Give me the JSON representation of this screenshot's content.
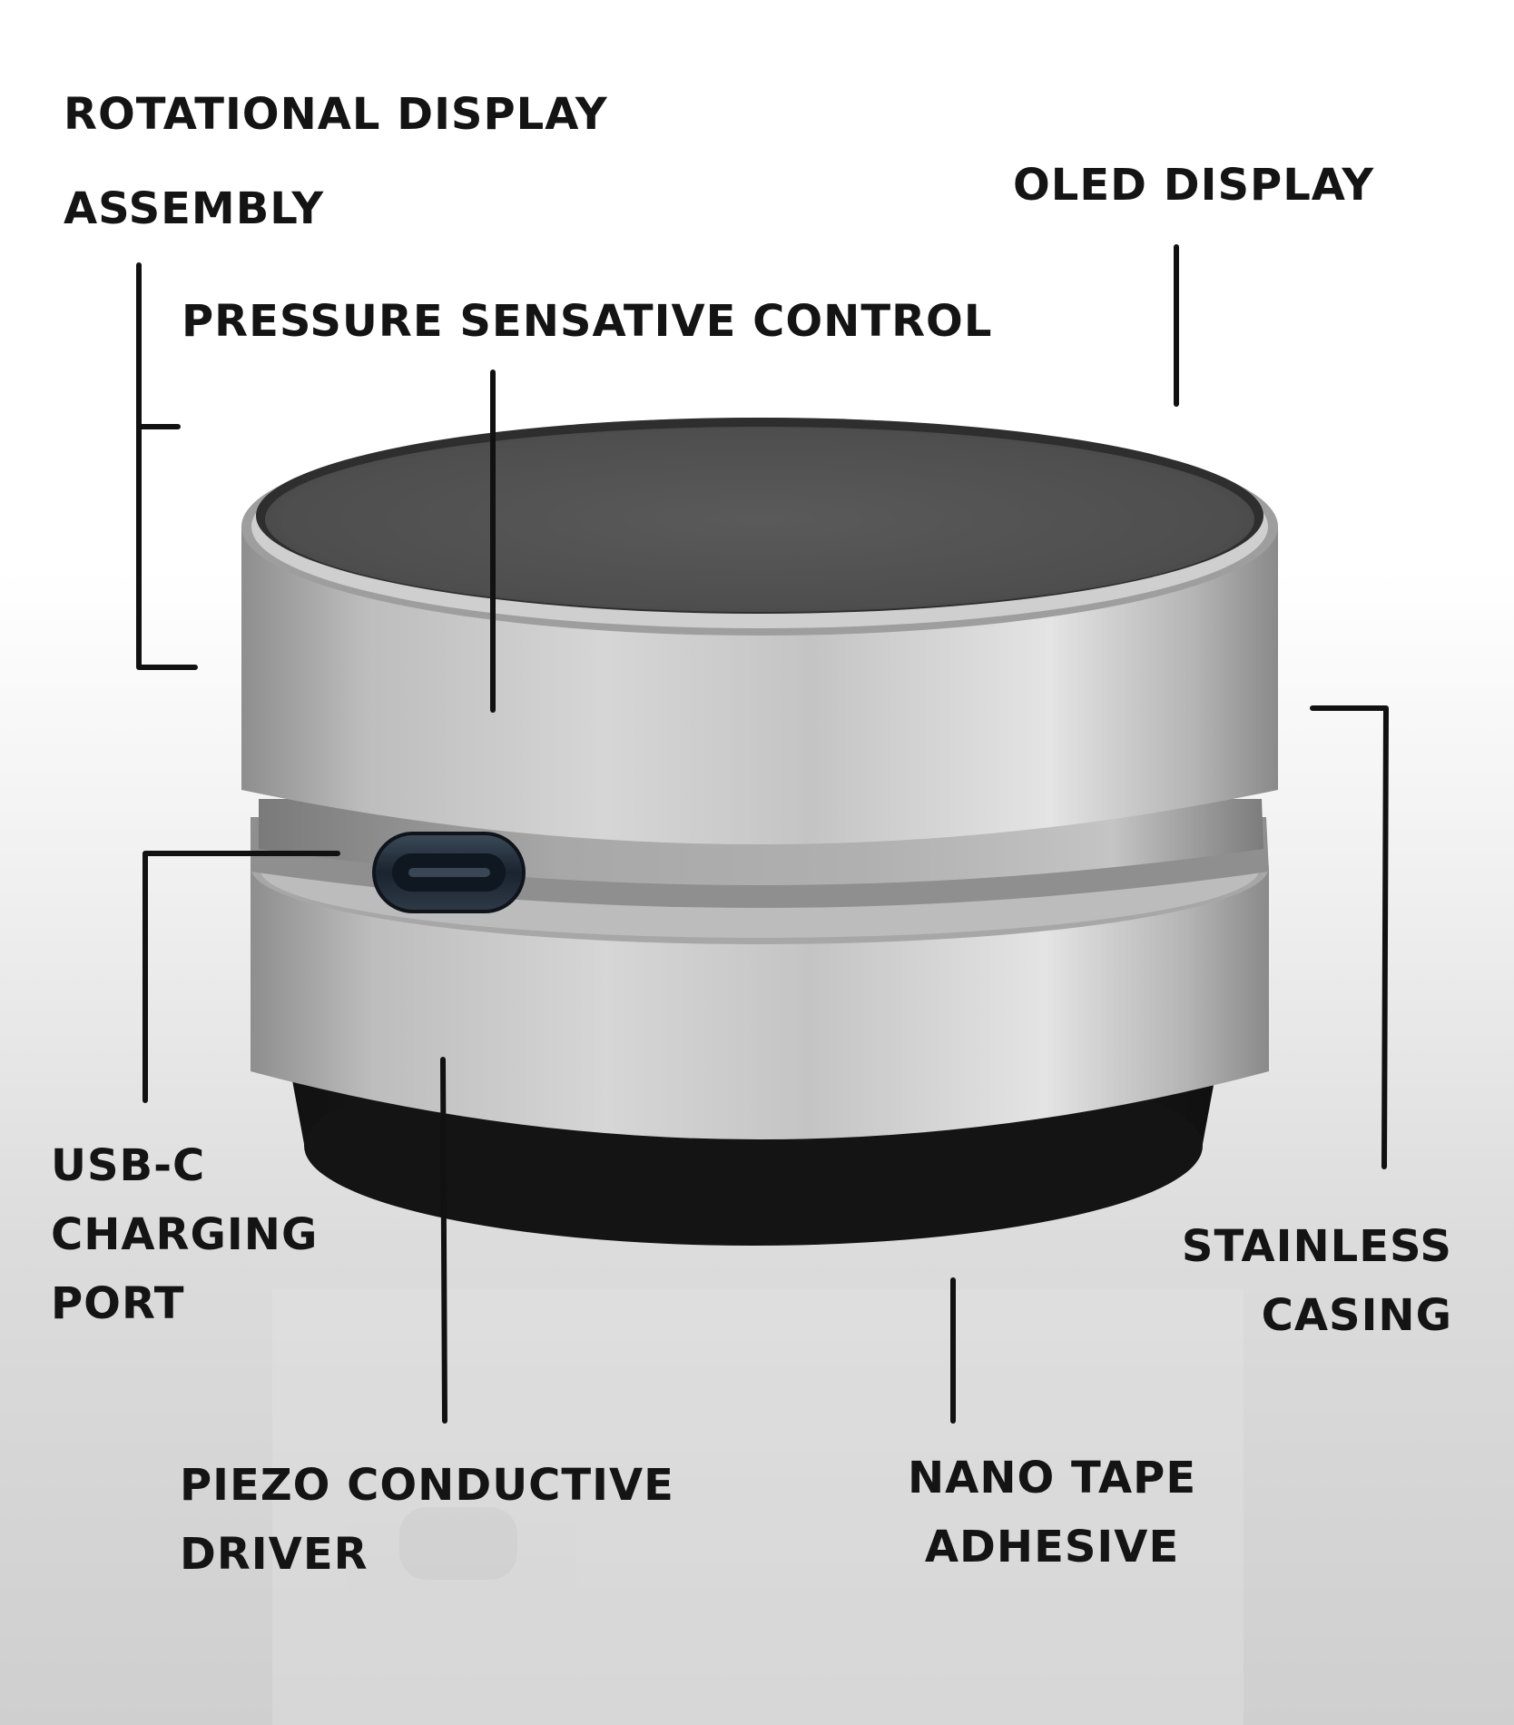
{
  "product": {
    "body_color": "#b8b8b8",
    "top_color": "#525252",
    "base_color": "#1c1c1c",
    "line_color": "#111111"
  },
  "callouts": {
    "rotational_display_assembly": {
      "lines": [
        "ROTATIONAL DISPLAY",
        "ASSEMBLY"
      ]
    },
    "oled_display": {
      "lines": [
        "OLED DISPLAY"
      ]
    },
    "pressure_sensative_control": {
      "lines": [
        "PRESSURE SENSATIVE CONTROL"
      ]
    },
    "usb_c_charging_port": {
      "lines": [
        "USB-C",
        "CHARGING",
        "PORT"
      ]
    },
    "stainless_casing": {
      "lines": [
        "STAINLESS",
        "CASING"
      ]
    },
    "piezo_conductive_driver": {
      "lines": [
        "PIEZO CONDUCTIVE",
        "DRIVER"
      ]
    },
    "nano_tape_adhesive": {
      "lines": [
        "NANO TAPE",
        "ADHESIVE"
      ]
    }
  }
}
